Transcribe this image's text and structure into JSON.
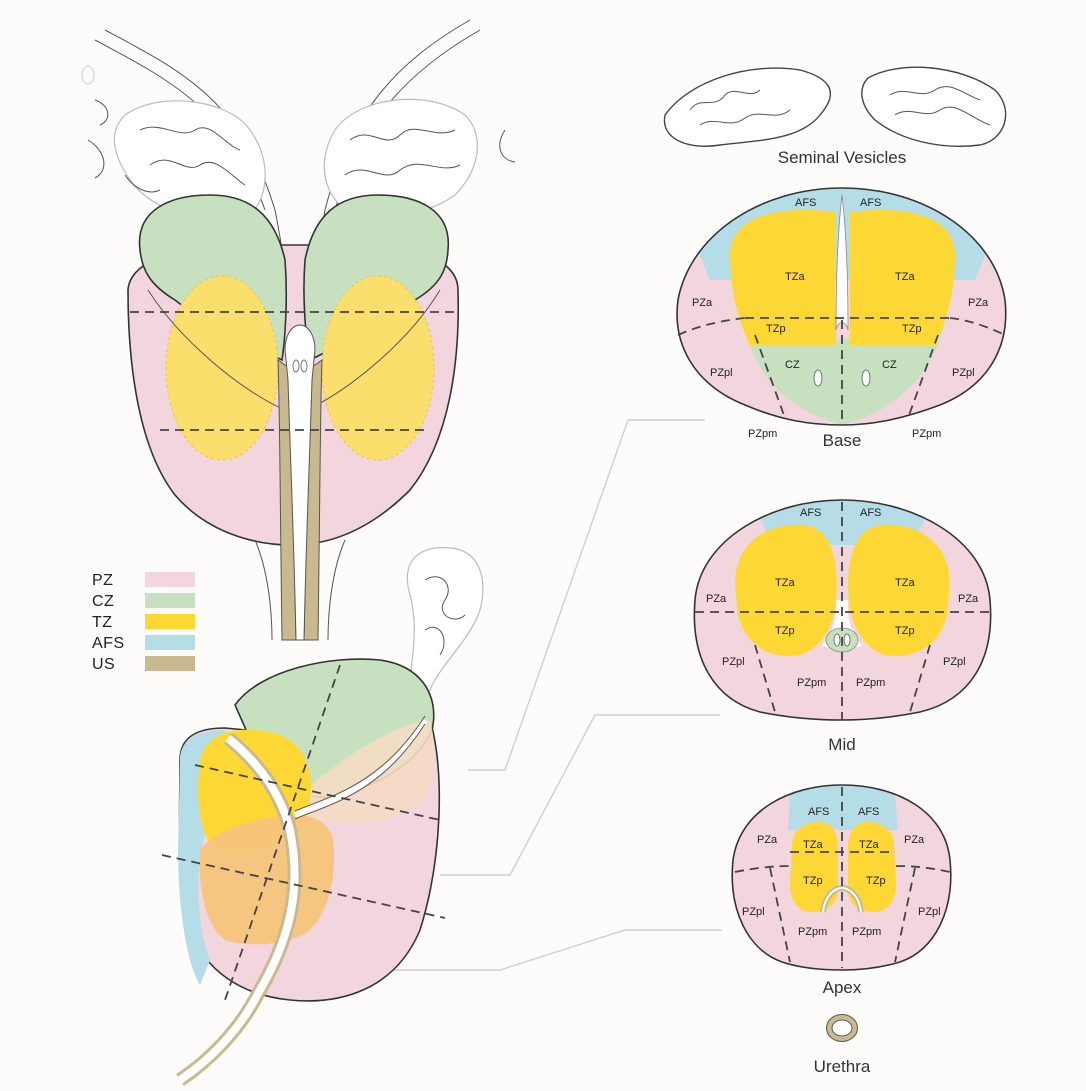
{
  "colors": {
    "PZ": "#f3d5dd",
    "CZ": "#c6e0c0",
    "TZ": "#fdd835",
    "AFS": "#b5dde7",
    "US": "#c9b98f",
    "background": "#fdfcfa"
  },
  "legend": [
    {
      "label": "PZ",
      "color": "#f3d5dd"
    },
    {
      "label": "CZ",
      "color": "#c6e0c0"
    },
    {
      "label": "TZ",
      "color": "#fdd835"
    },
    {
      "label": "AFS",
      "color": "#b5dde7"
    },
    {
      "label": "US",
      "color": "#c9b98f"
    }
  ],
  "captions": {
    "seminal_vesicles": "Seminal Vesicles",
    "base": "Base",
    "mid": "Mid",
    "apex": "Apex",
    "urethra": "Urethra"
  },
  "labels": {
    "AFS": "AFS",
    "TZa": "TZa",
    "TZp": "TZp",
    "CZ": "CZ",
    "PZa": "PZa",
    "PZpl": "PZpl",
    "PZpm": "PZpm"
  }
}
